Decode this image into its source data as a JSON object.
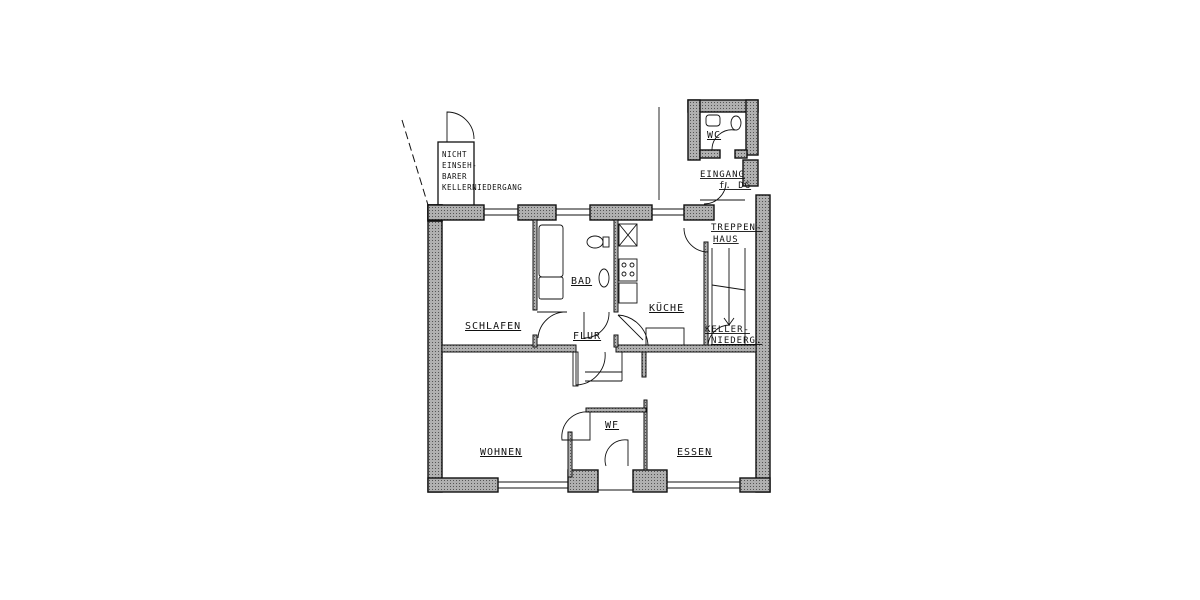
{
  "plan": {
    "rooms": {
      "schlafen": "SCHLAFEN",
      "bad": "BAD",
      "flur": "FLUR",
      "kueche": "KÜCHE",
      "wohnen": "WOHNEN",
      "essen": "ESSEN",
      "wf": "WF",
      "wc": "WC",
      "eingang_1": "EINGANG",
      "eingang_2": "f. DG",
      "treppenhaus_1": "TREPPEN-",
      "treppenhaus_2": "HAUS",
      "kellerniederg_1": "KELLER-",
      "kellerniederg_2": "NIEDERG."
    },
    "note": {
      "line1": "NICHT",
      "line2": "EINSEH-",
      "line3": "BARER",
      "line4": "KELLERNIEDERGANG"
    },
    "colors": {
      "wall": "#9a9a9a",
      "ink": "#111111",
      "background": "#ffffff"
    }
  }
}
